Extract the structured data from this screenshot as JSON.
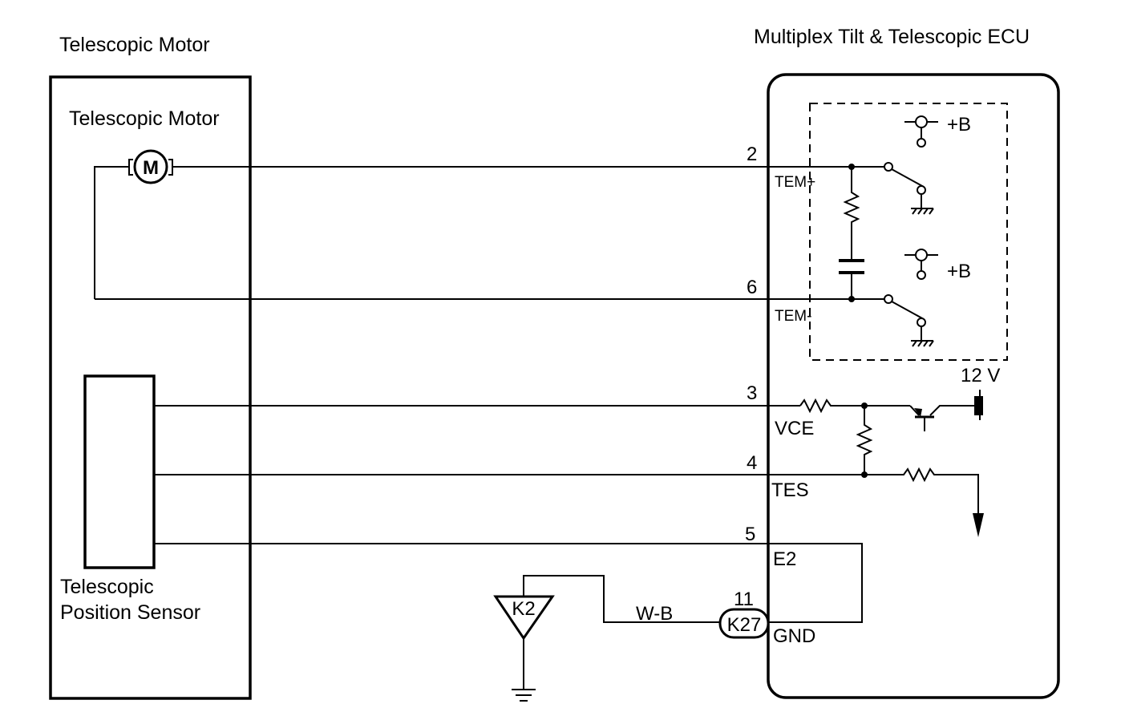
{
  "left_component": {
    "title": "Telescopic Motor",
    "motor_label": "Telescopic Motor",
    "motor_symbol": "M",
    "sensor_label_line1": "Telescopic",
    "sensor_label_line2": "Position Sensor"
  },
  "ecu": {
    "title": "Multiplex Tilt & Telescopic ECU",
    "supply_label_1": "+B",
    "supply_label_2": "+B",
    "voltage_label": "12 V"
  },
  "pins": [
    {
      "number": "2",
      "name": "TEM+"
    },
    {
      "number": "6",
      "name": "TEM-"
    },
    {
      "number": "3",
      "name": "VCE"
    },
    {
      "number": "4",
      "name": "TES"
    },
    {
      "number": "5",
      "name": "E2"
    },
    {
      "number": "11",
      "name": "GND"
    }
  ],
  "ground": {
    "connector": "K27",
    "wire_color": "W-B",
    "ground_point": "K2"
  }
}
